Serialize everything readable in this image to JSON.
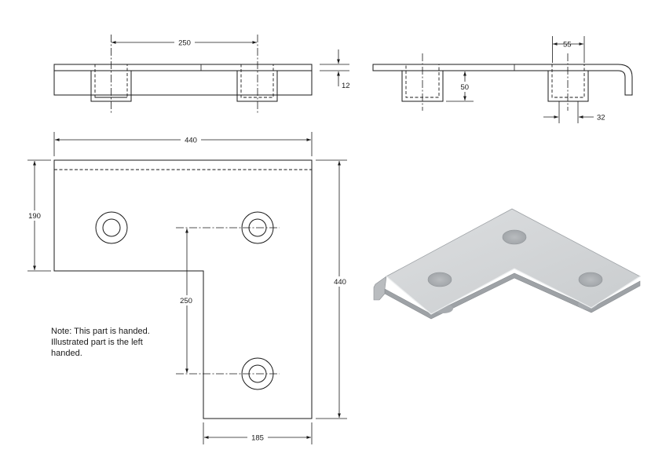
{
  "dimensions": {
    "top_hole_spacing": "250",
    "plate_thickness": "12",
    "side_hole_offset": "55",
    "channel_depth": "50",
    "channel_width": "32",
    "overall_width": "440",
    "leg_width": "190",
    "overall_height": "440",
    "vertical_hole_spacing": "250",
    "bottom_leg_width": "185"
  },
  "note": {
    "lines": [
      "Note: This part is handed.",
      "Illustrated part is the left",
      "handed."
    ]
  },
  "colors": {
    "line": "#1a1a1a",
    "render_top": "#d4d6d8",
    "render_edge": "#b8bbbe",
    "render_shadow": "#9a9ea2"
  }
}
